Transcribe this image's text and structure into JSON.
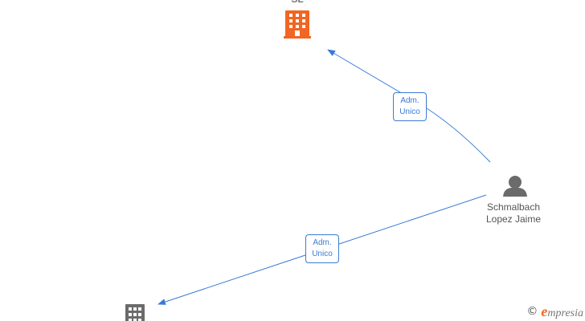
{
  "nodes": {
    "company_top": {
      "label": "SL",
      "icon": "building-icon",
      "color": "#f26522"
    },
    "person": {
      "label_line1": "Schmalbach",
      "label_line2": "Lopez Jaime",
      "icon": "person-icon",
      "color": "#6b6b6b"
    },
    "company_bottom": {
      "label": "",
      "icon": "building-icon",
      "color": "#6b6b6b"
    }
  },
  "edges": [
    {
      "from": "person",
      "to": "company_top",
      "label_line1": "Adm.",
      "label_line2": "Unico",
      "color": "#3a7bd5"
    },
    {
      "from": "person",
      "to": "company_bottom",
      "label_line1": "Adm.",
      "label_line2": "Unico",
      "color": "#3a7bd5"
    }
  ],
  "watermark": {
    "copyright_symbol": "©",
    "brand_initial": "e",
    "brand_rest": "mpresia"
  }
}
